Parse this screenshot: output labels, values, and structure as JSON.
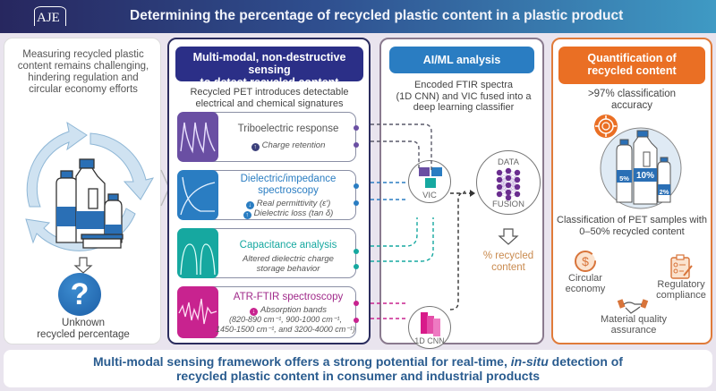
{
  "header": {
    "logo_text": "AJE",
    "title": "Determining the percentage of recycled plastic content in a plastic product"
  },
  "problem_panel": {
    "intro": "Measuring recycled plastic content remains challenging, hindering regulation and circular economy efforts",
    "question_symbol": "?",
    "outcome_line1": "Unknown",
    "outcome_line2": "recycled percentage"
  },
  "sensing_panel": {
    "heading_line1": "Multi-modal, non-destructive sensing",
    "heading_line2": "to detect recycled content",
    "subtitle_line1": "Recycled PET introduces detectable",
    "subtitle_line2": "electrical and chemical signatures",
    "modalities": [
      {
        "name": "Triboelectric response",
        "details": [
          {
            "direction": "up",
            "text": "Charge retention"
          }
        ],
        "color": "#6a4fa3"
      },
      {
        "name_line1": "Dielectric/impedance",
        "name_line2": "spectroscopy",
        "details": [
          {
            "direction": "down",
            "text": "Real permittivity (ε′)"
          },
          {
            "direction": "up",
            "text": "Dielectric loss (tan δ)"
          }
        ],
        "color": "#2a7dc2"
      },
      {
        "name": "Capacitance analysis",
        "detail_line1": "Altered dielectric charge",
        "detail_line2": "storage behavior",
        "color": "#16a8a0"
      },
      {
        "name": "ATR-FTIR spectroscopy",
        "details": [
          {
            "direction": "down",
            "text": "Absorption bands"
          }
        ],
        "bands_line1": "(820-890 cm⁻¹, 900-1000 cm⁻¹,",
        "bands_line2": "1450-1500 cm⁻¹, and 3200-4000 cm⁻¹)",
        "color": "#c8238f"
      }
    ]
  },
  "ml_panel": {
    "heading": "AI/ML analysis",
    "subtitle_line1": "Encoded FTIR spectra",
    "subtitle_line2": "(1D CNN) and VIC fused into a",
    "subtitle_line3": "deep learning classifier",
    "node_vic": "VIC",
    "node_cnn": "1D CNN",
    "node_fusion_top": "DATA",
    "node_fusion_bottom": "FUSION",
    "output_line1": "% recycled",
    "output_line2": "content"
  },
  "quant_panel": {
    "heading_line1": "Quantification of",
    "heading_line2": "recycled content",
    "accuracy_line1": ">97% classification",
    "accuracy_line2": "accuracy",
    "bottle_labels": [
      "5%",
      "10%",
      "2%"
    ],
    "classification_line1": "Classification of PET samples with",
    "classification_line2": "0–50% recycled content",
    "benefits": [
      {
        "line1": "Circular",
        "line2": "economy",
        "icon": "dollar-cycle-icon"
      },
      {
        "line1": "Regulatory",
        "line2": "compliance",
        "icon": "clipboard-check-icon"
      },
      {
        "line1": "Material quality",
        "line2": "assurance",
        "icon": "handshake-icon"
      }
    ]
  },
  "footer": {
    "line1_a": "Multi-modal sensing framework offers a strong potential for real-time, ",
    "line1_italic": "in-situ",
    "line1_b": " detection of",
    "line2": "recycled plastic content in consumer and industrial products"
  },
  "colors": {
    "tribo": "#6a4fa3",
    "dielectric": "#2a7dc2",
    "capacitance": "#16a8a0",
    "ftir": "#c8238f",
    "navy": "#2b2f87",
    "orange": "#ea6f24",
    "output_text": "#c98a4e"
  }
}
